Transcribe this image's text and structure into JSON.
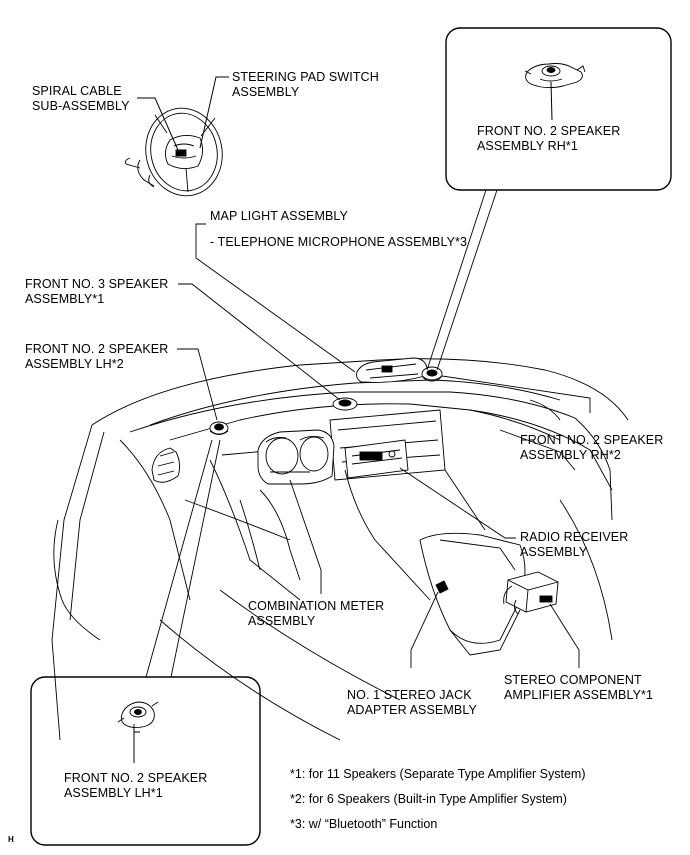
{
  "labels": {
    "spiral_cable": [
      "SPIRAL CABLE",
      "SUB-ASSEMBLY"
    ],
    "steering_pad_switch": [
      "STEERING PAD SWITCH",
      "ASSEMBLY"
    ],
    "speaker_rh_star1": [
      "FRONT NO. 2 SPEAKER",
      "ASSEMBLY RH*1"
    ],
    "map_light": [
      "MAP LIGHT ASSEMBLY"
    ],
    "telephone_mic": [
      "- TELEPHONE MICROPHONE ASSEMBLY*3"
    ],
    "speaker_no3": [
      "FRONT NO. 3 SPEAKER",
      "ASSEMBLY*1"
    ],
    "speaker_lh_star2": [
      "FRONT NO. 2 SPEAKER",
      "ASSEMBLY LH*2"
    ],
    "speaker_rh_star2": [
      "FRONT NO. 2 SPEAKER",
      "ASSEMBLY RH*2"
    ],
    "radio_receiver": [
      "RADIO RECEIVER",
      "ASSEMBLY"
    ],
    "combination_meter": [
      "COMBINATION METER",
      "ASSEMBLY"
    ],
    "stereo_amp": [
      "STEREO COMPONENT",
      "AMPLIFIER ASSEMBLY*1"
    ],
    "stereo_jack": [
      "NO. 1 STEREO JACK",
      "ADAPTER ASSEMBLY"
    ],
    "speaker_lh_star1": [
      "FRONT NO. 2 SPEAKER",
      "ASSEMBLY LH*1"
    ]
  },
  "notes": [
    "*1: for 11 Speakers (Separate Type Amplifier System)",
    "*2: for 6 Speakers (Built-in Type Amplifier System)",
    "*3: w/ “Bluetooth” Function"
  ],
  "figure_id": "H"
}
